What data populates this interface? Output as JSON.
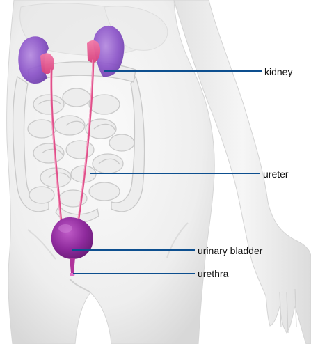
{
  "labels": {
    "kidney": "kidney",
    "ureter": "ureter",
    "bladder": "urinary bladder",
    "urethra": "urethra"
  },
  "colors": {
    "leader_line": "#0d4f8f",
    "kidney": "#8b4fc4",
    "ureter": "#e0508a",
    "bladder": "#8e2a9c",
    "body": "#f0f0f0"
  }
}
